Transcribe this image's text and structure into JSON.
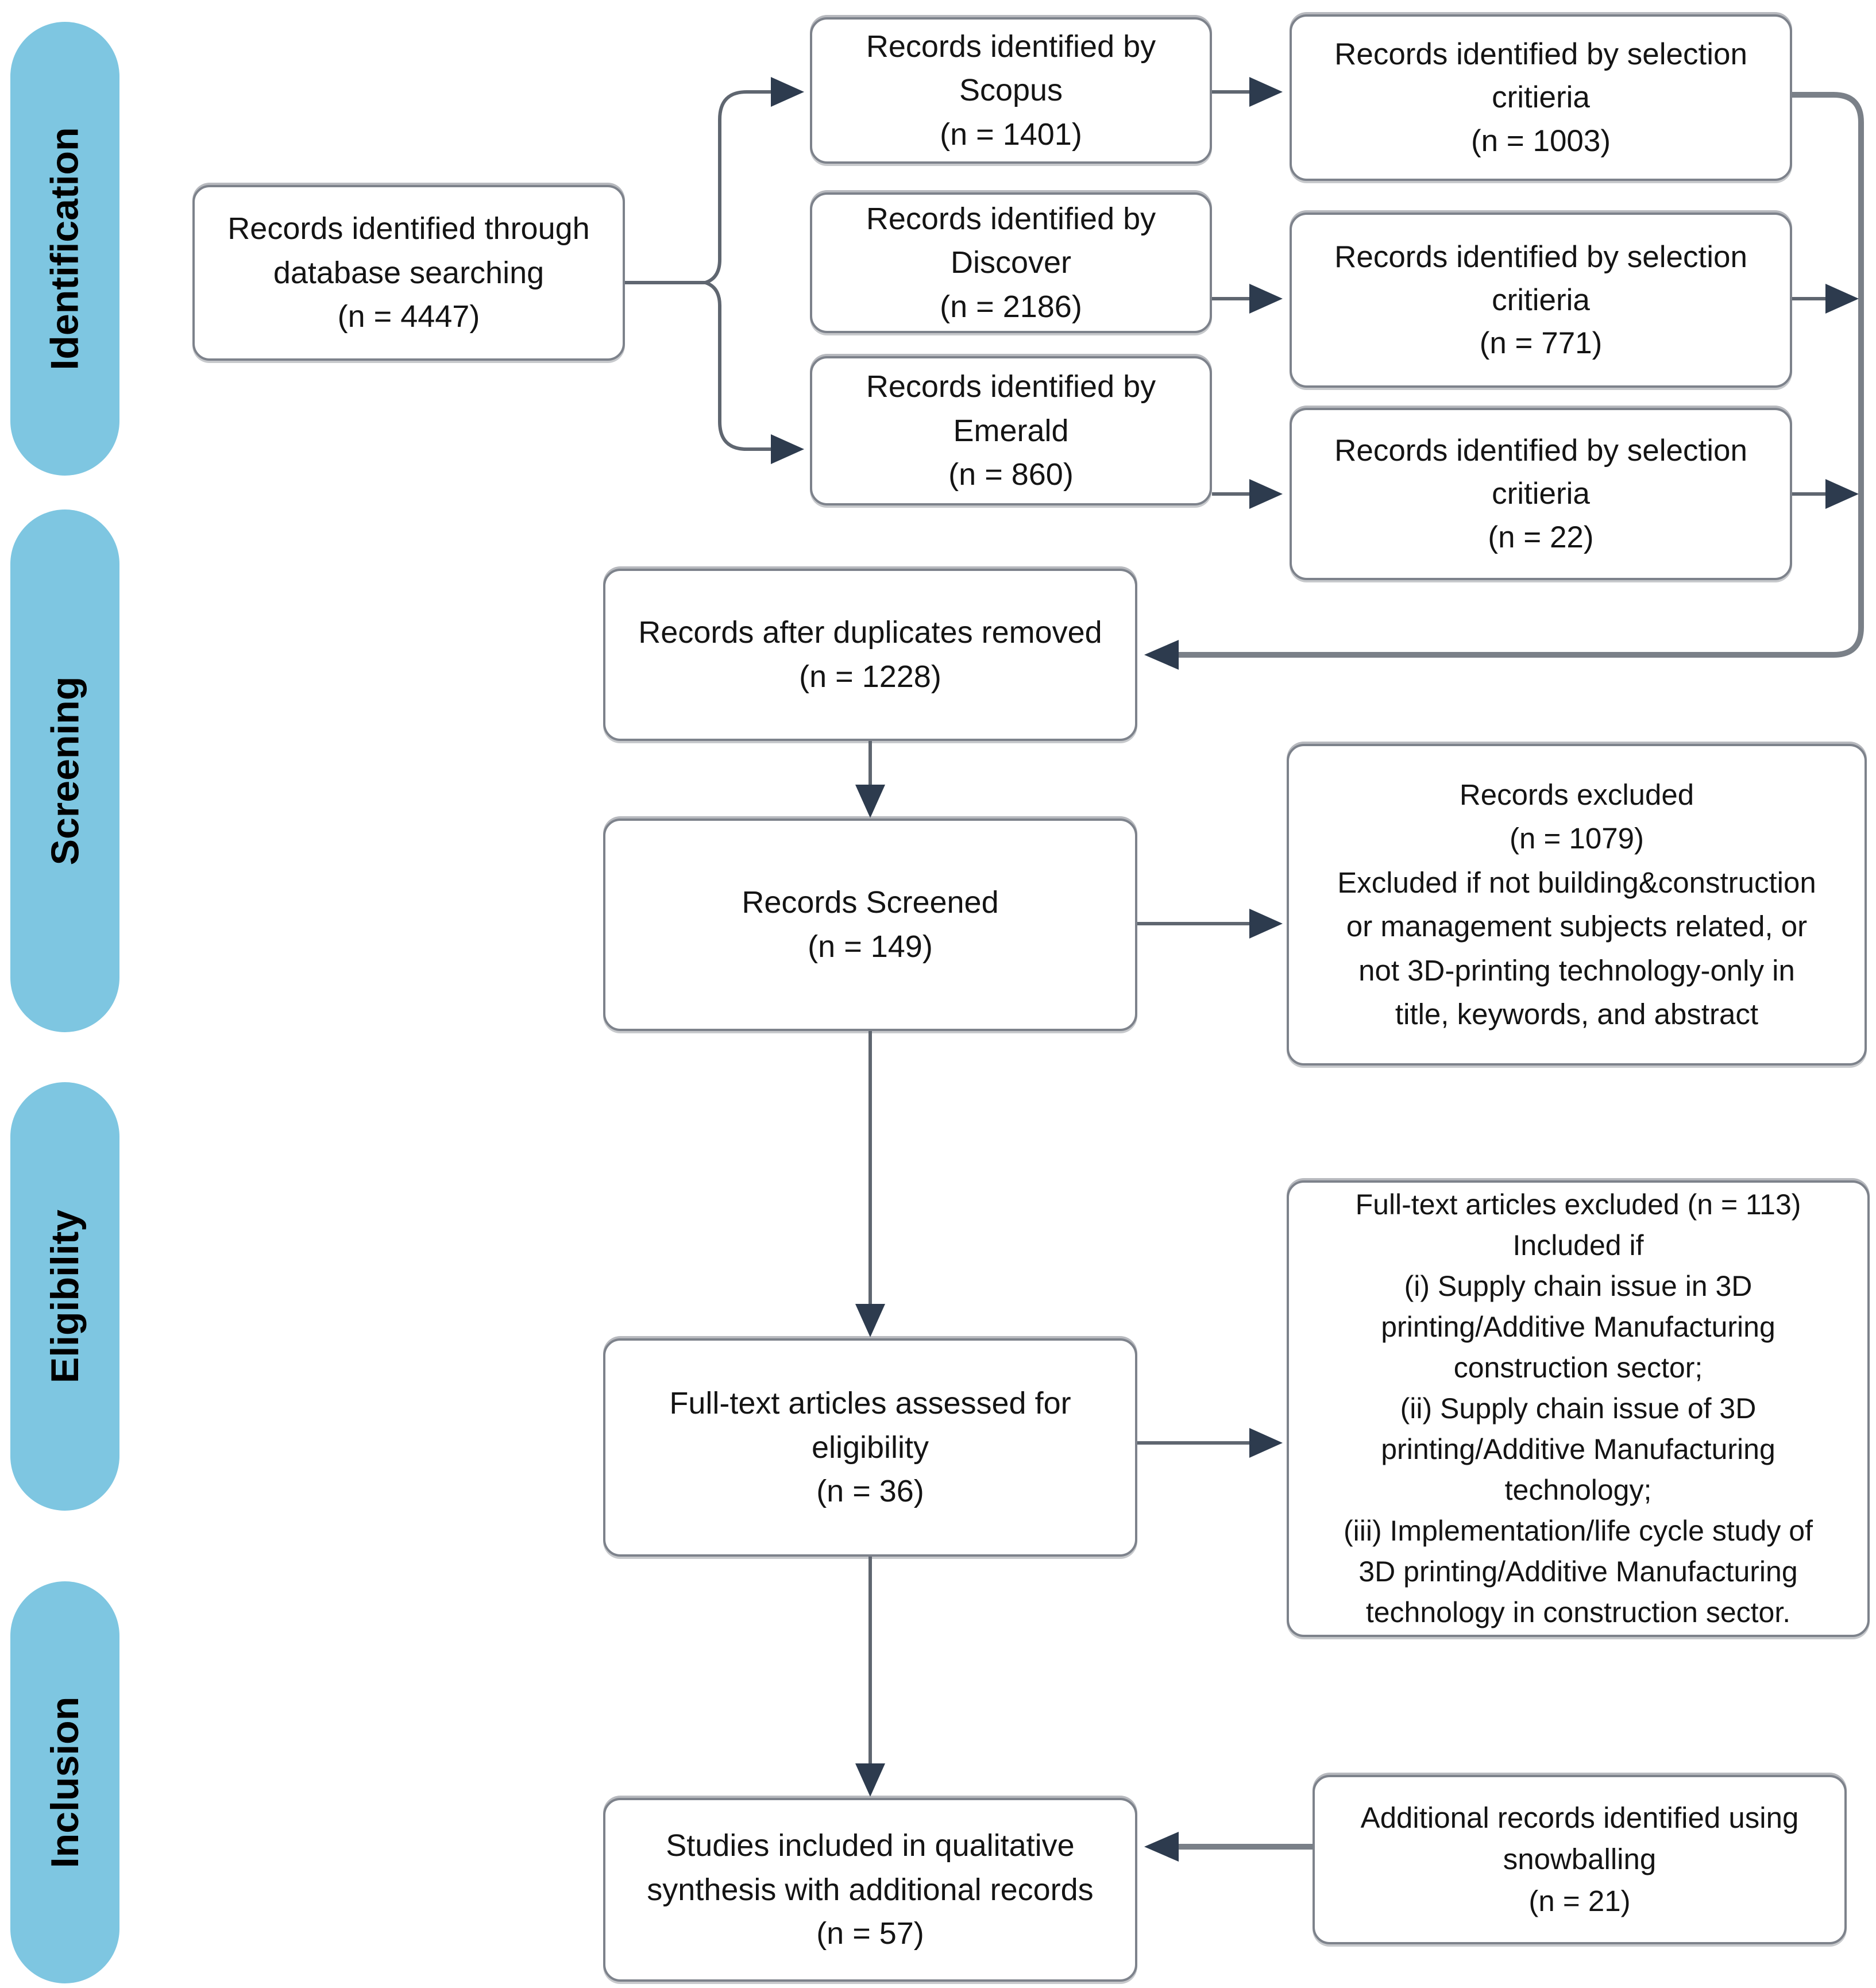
{
  "stages": [
    {
      "id": "identification",
      "label": "Identification"
    },
    {
      "id": "screening",
      "label": "Screening"
    },
    {
      "id": "eligibility",
      "label": "Eligibility"
    },
    {
      "id": "inclusion",
      "label": "Inclusion"
    }
  ],
  "nodes": {
    "database_search": {
      "text": "Records identified through\ndatabase searching\n(n = 4447)"
    },
    "scopus": {
      "text": "Records identified by\nScopus\n(n = 1401)"
    },
    "discover": {
      "text": "Records identified by\nDiscover\n(n = 2186)"
    },
    "emerald": {
      "text": "Records identified by\nEmerald\n(n = 860)"
    },
    "selection_scopus": {
      "text": "Records identified by selection\ncritieria\n(n = 1003)"
    },
    "selection_discover": {
      "text": "Records identified by selection\ncritieria\n(n = 771)"
    },
    "selection_emerald": {
      "text": "Records identified by selection\ncritieria\n(n = 22)"
    },
    "duplicates_removed": {
      "text": "Records after duplicates removed\n(n = 1228)"
    },
    "records_screened": {
      "text": "Records Screened\n(n = 149)"
    },
    "records_excluded": {
      "text": "Records excluded\n(n = 1079)\nExcluded if not building&construction\nor management subjects related, or\nnot 3D-printing technology-only in\ntitle, keywords, and abstract"
    },
    "fulltext_assessed": {
      "text": "Full-text articles assessed for\neligibility\n(n = 36)"
    },
    "fulltext_excluded": {
      "text": "Full-text articles excluded (n = 113)\nIncluded if\n(i) Supply chain issue in 3D\nprinting/Additive Manufacturing\nconstruction sector;\n(ii) Supply chain issue of 3D\nprinting/Additive Manufacturing\ntechnology;\n(iii) Implementation/life cycle study of\n3D printing/Additive Manufacturing\ntechnology in construction sector."
    },
    "studies_included": {
      "text": "Studies included in qualitative\nsynthesis with additional records\n(n = 57)"
    },
    "snowballing": {
      "text": "Additional records identified using\nsnowballing\n(n = 21)"
    }
  },
  "colors": {
    "stage_pill": "#7ec6e1",
    "box_border": "#7d828b",
    "connector": "#5f6670",
    "arrowhead": "#2d3b4e",
    "text": "#141414",
    "background": "#ffffff"
  }
}
